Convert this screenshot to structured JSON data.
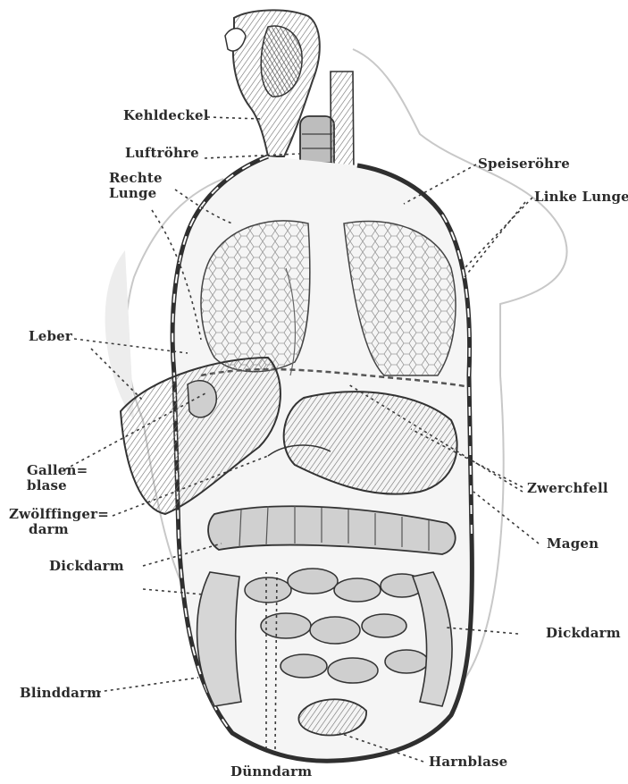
{
  "labels": {
    "kehldeckel": "Kehldeckel",
    "luftroehre": "Luftröhre",
    "rechte_lunge_1": "Rechte",
    "rechte_lunge_2": "Lunge",
    "speiseroehre": "Speiseröhre",
    "linke_lunge": "Linke Lunge",
    "leber": "Leber",
    "gallenblase_1": "Gallen=",
    "gallenblase_2": "blase",
    "zwoelffingerdarm_1": "Zwölffinger=",
    "zwoelffingerdarm_2": "darm",
    "zwerchfell": "Zwerchfell",
    "magen": "Magen",
    "dickdarm_left": "Dickdarm",
    "dickdarm_right": "Dickdarm",
    "blinddarm": "Blinddarm",
    "harnblase": "Harnblase",
    "duenndarm": "Dünndarm"
  },
  "colors": {
    "ink": "#2b2b2b",
    "tissue": "#8a8a8a",
    "shadow": "#5a5a5a",
    "skin": "#d9d9d9",
    "paper": "#ffffff"
  }
}
